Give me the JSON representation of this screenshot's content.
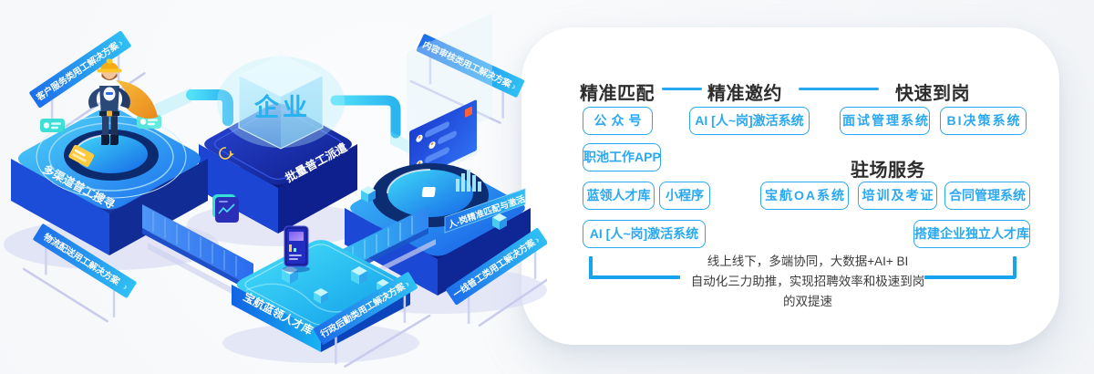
{
  "colors": {
    "accent_blue": "#2aa8f2",
    "bracket_blue": "#18a3f1",
    "heading_text": "#2d2d2d",
    "card_bg": "#ffffff",
    "platform_blue": "#1a67ec",
    "platform_cyan": "#4fd9fa",
    "cape_orange": "#f0a024"
  },
  "panel": {
    "flow_sections": [
      {
        "title": "精准匹配"
      },
      {
        "title": "精准邀约"
      },
      {
        "title": "快速到岗"
      }
    ],
    "onsite_section_title": "驻场服务",
    "tags": [
      {
        "label": "公众号"
      },
      {
        "label": "AI [人~岗]激活系统"
      },
      {
        "label": "面试管理系统"
      },
      {
        "label": "BI决策系统"
      },
      {
        "label": "职池工作APP"
      },
      {
        "label": "蓝领人才库"
      },
      {
        "label": "小程序"
      },
      {
        "label": "宝航OA系统"
      },
      {
        "label": "培训及考证"
      },
      {
        "label": "合同管理系统"
      },
      {
        "label": "AI [人~岗]激活系统"
      },
      {
        "label": "搭建企业独立人才库"
      }
    ],
    "summary_lines": [
      "线上线下，多端协同，大数据+AI+ BI",
      "自动化三力助推，实现招聘效率和极速到岗",
      "的双提速"
    ]
  },
  "illustration": {
    "enterprise_cube_label": "企业",
    "sign_chevron": "›",
    "platform_labels": {
      "left": "多渠道普工搜寻",
      "center": "批量普工派遣",
      "right": "人-岗精准匹配与激活",
      "bottom": "宝航蓝领人才库"
    },
    "signs": [
      {
        "label": "客户服务类用工解决方案"
      },
      {
        "label": "内容审核类用工解决方案"
      },
      {
        "label": "物流配送用工解决方案"
      },
      {
        "label": "行政后勤类用工解决方案"
      },
      {
        "label": "一线普工类用工解决方案"
      }
    ]
  }
}
